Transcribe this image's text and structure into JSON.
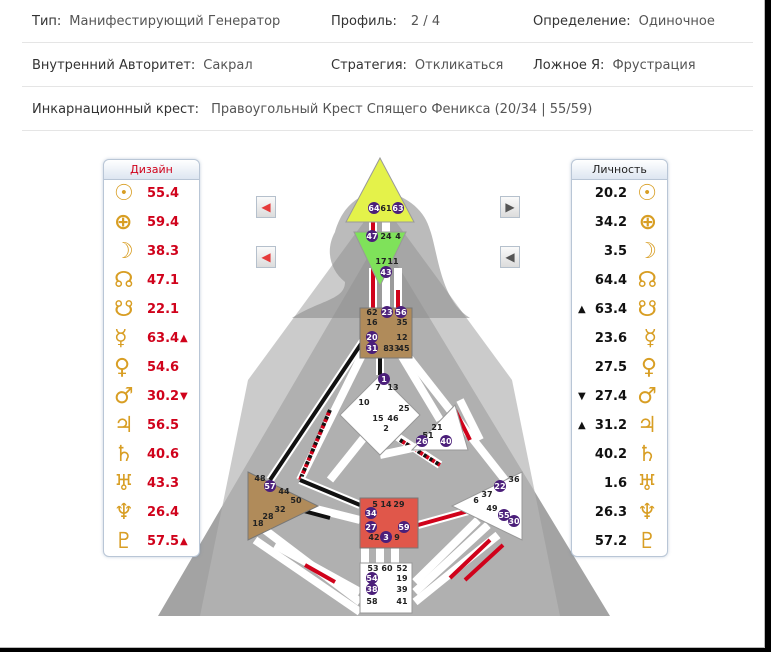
{
  "info": {
    "type_label": "Тип:",
    "type_value": "Манифестирующий Генератор",
    "profile_label": "Профиль:",
    "profile_value": "2 / 4",
    "definition_label": "Определение:",
    "definition_value": "Одиночное",
    "authority_label": "Внутренний Авторитет:",
    "authority_value": "Сакрал",
    "strategy_label": "Стратегия:",
    "strategy_value": "Откликаться",
    "false_self_label": "Ложное Я:",
    "false_self_value": "Фрустрация",
    "cross_label": "Инкарнационный крест:",
    "cross_value": "Правоугольный Крест Спящего Феникса (20/34 | 55/59)"
  },
  "design": {
    "title": "Дизайн",
    "rows": [
      {
        "glyph": "☉",
        "value": "55.4",
        "mark": ""
      },
      {
        "glyph": "⊕",
        "value": "59.4",
        "mark": ""
      },
      {
        "glyph": "☽",
        "value": "38.3",
        "mark": ""
      },
      {
        "glyph": "☊",
        "value": "47.1",
        "mark": ""
      },
      {
        "glyph": "☋",
        "value": "22.1",
        "mark": ""
      },
      {
        "glyph": "☿",
        "value": "63.4",
        "mark": "▲"
      },
      {
        "glyph": "♀",
        "value": "54.6",
        "mark": ""
      },
      {
        "glyph": "♂",
        "value": "30.2",
        "mark": "▼"
      },
      {
        "glyph": "♃",
        "value": "56.5",
        "mark": ""
      },
      {
        "glyph": "♄",
        "value": "40.6",
        "mark": ""
      },
      {
        "glyph": "♅",
        "value": "43.3",
        "mark": ""
      },
      {
        "glyph": "♆",
        "value": "26.4",
        "mark": ""
      },
      {
        "glyph": "♇",
        "value": "57.5",
        "mark": "▲"
      }
    ]
  },
  "personality": {
    "title": "Личность",
    "rows": [
      {
        "glyph": "☉",
        "value": "20.2",
        "mark": ""
      },
      {
        "glyph": "⊕",
        "value": "34.2",
        "mark": ""
      },
      {
        "glyph": "☽",
        "value": "3.5",
        "mark": ""
      },
      {
        "glyph": "☊",
        "value": "64.4",
        "mark": ""
      },
      {
        "glyph": "☋",
        "value": "63.4",
        "mark": "▲"
      },
      {
        "glyph": "☿",
        "value": "23.6",
        "mark": ""
      },
      {
        "glyph": "♀",
        "value": "27.5",
        "mark": ""
      },
      {
        "glyph": "♂",
        "value": "27.4",
        "mark": "▼"
      },
      {
        "glyph": "♃",
        "value": "31.2",
        "mark": "▲"
      },
      {
        "glyph": "♄",
        "value": "40.2",
        "mark": ""
      },
      {
        "glyph": "♅",
        "value": "1.6",
        "mark": ""
      },
      {
        "glyph": "♆",
        "value": "26.3",
        "mark": ""
      },
      {
        "glyph": "♇",
        "value": "57.2",
        "mark": ""
      }
    ]
  },
  "arrows": {
    "design_top": "◀",
    "design_bottom": "◀",
    "pers_top": "▶",
    "pers_bottom": "◀"
  },
  "colors": {
    "head": "#e4f24a",
    "ajna": "#7fe25a",
    "g_center": "#ffffff",
    "ego": "#ffffff",
    "spleen": "#b08b5a",
    "sacral": "#e0574a",
    "solar_plexus": "#ffffff",
    "root": "#ffffff",
    "throat": "#b08b5a",
    "design_red": "#d0021b",
    "personality_black": "#111111",
    "active_gate": "#4b1f7a"
  },
  "gates": {
    "head": [
      "64",
      "61",
      "63"
    ],
    "ajna": [
      "47",
      "24",
      "4",
      "17",
      "11",
      "43"
    ],
    "throat": [
      "62",
      "23",
      "56",
      "16",
      "35",
      "20",
      "12",
      "31",
      "8",
      "33",
      "45"
    ],
    "g": [
      "1",
      "7",
      "13",
      "10",
      "15",
      "46",
      "25",
      "2"
    ],
    "ego": [
      "21",
      "51",
      "26",
      "40"
    ],
    "spleen": [
      "48",
      "57",
      "44",
      "50",
      "32",
      "28",
      "18"
    ],
    "sacral": [
      "5",
      "14",
      "29",
      "34",
      "27",
      "59",
      "42",
      "3",
      "9"
    ],
    "sp": [
      "36",
      "22",
      "37",
      "6",
      "49",
      "55",
      "30"
    ],
    "root": [
      "53",
      "60",
      "52",
      "54",
      "19",
      "38",
      "39",
      "58",
      "41"
    ]
  }
}
